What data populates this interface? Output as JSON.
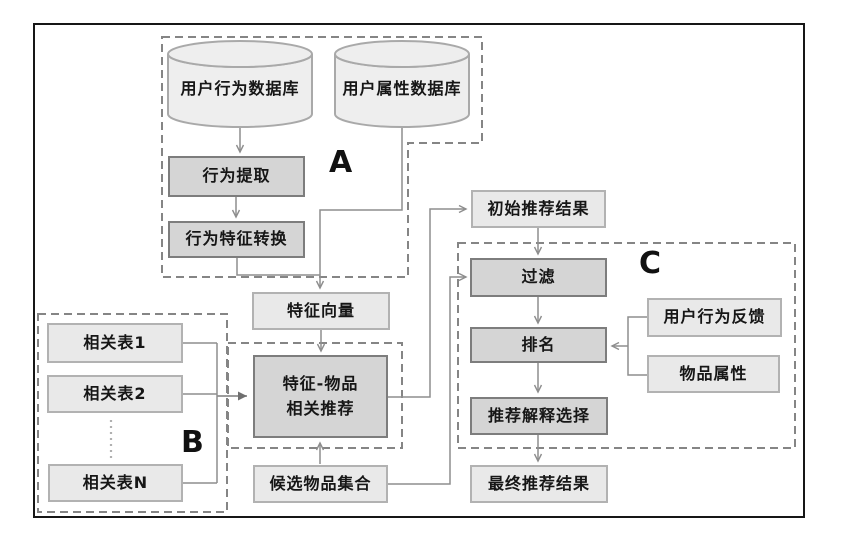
{
  "diagram_title": "",
  "section_labels": {
    "a": "A",
    "b": "B",
    "c": "C"
  },
  "databases": [
    {
      "label": "用户行为数据库"
    },
    {
      "label": "用户属性数据库"
    }
  ],
  "nodes": {
    "behavior_extraction": {
      "label": "行为提取"
    },
    "behavior_feature_conversion": {
      "label": "行为特征转换"
    },
    "feature_vector": {
      "label": "特征向量"
    },
    "feature_item_recommendation": {
      "line1": "特征-物品",
      "line2": "相关推荐"
    },
    "related_table_1": {
      "label": "相关表1"
    },
    "related_table_2": {
      "label": "相关表2"
    },
    "related_table_n": {
      "label": "相关表N"
    },
    "candidate_item_set": {
      "label": "候选物品集合"
    },
    "initial_recommendation_result": {
      "label": "初始推荐结果"
    },
    "filter": {
      "label": "过滤"
    },
    "ranking": {
      "label": "排名"
    },
    "recommendation_explanation_selection": {
      "label": "推荐解释选择"
    },
    "final_recommendation_result": {
      "label": "最终推荐结果"
    },
    "user_behavior_feedback": {
      "label": "用户行为反馈"
    },
    "item_attributes": {
      "label": "物品属性"
    }
  },
  "colors": {
    "frame_border": "#161616",
    "dark_node_fill": "#d5d5d5",
    "dark_node_border": "#7d7d7d",
    "light_node_fill": "#e9e9e9",
    "light_node_border": "#b2b2b2",
    "cylinder_fill": "#eeeeee",
    "cylinder_border": "#a9a9a9",
    "connector": "#8e8e8e",
    "dashed_region": "#858585",
    "text": "#161616"
  }
}
